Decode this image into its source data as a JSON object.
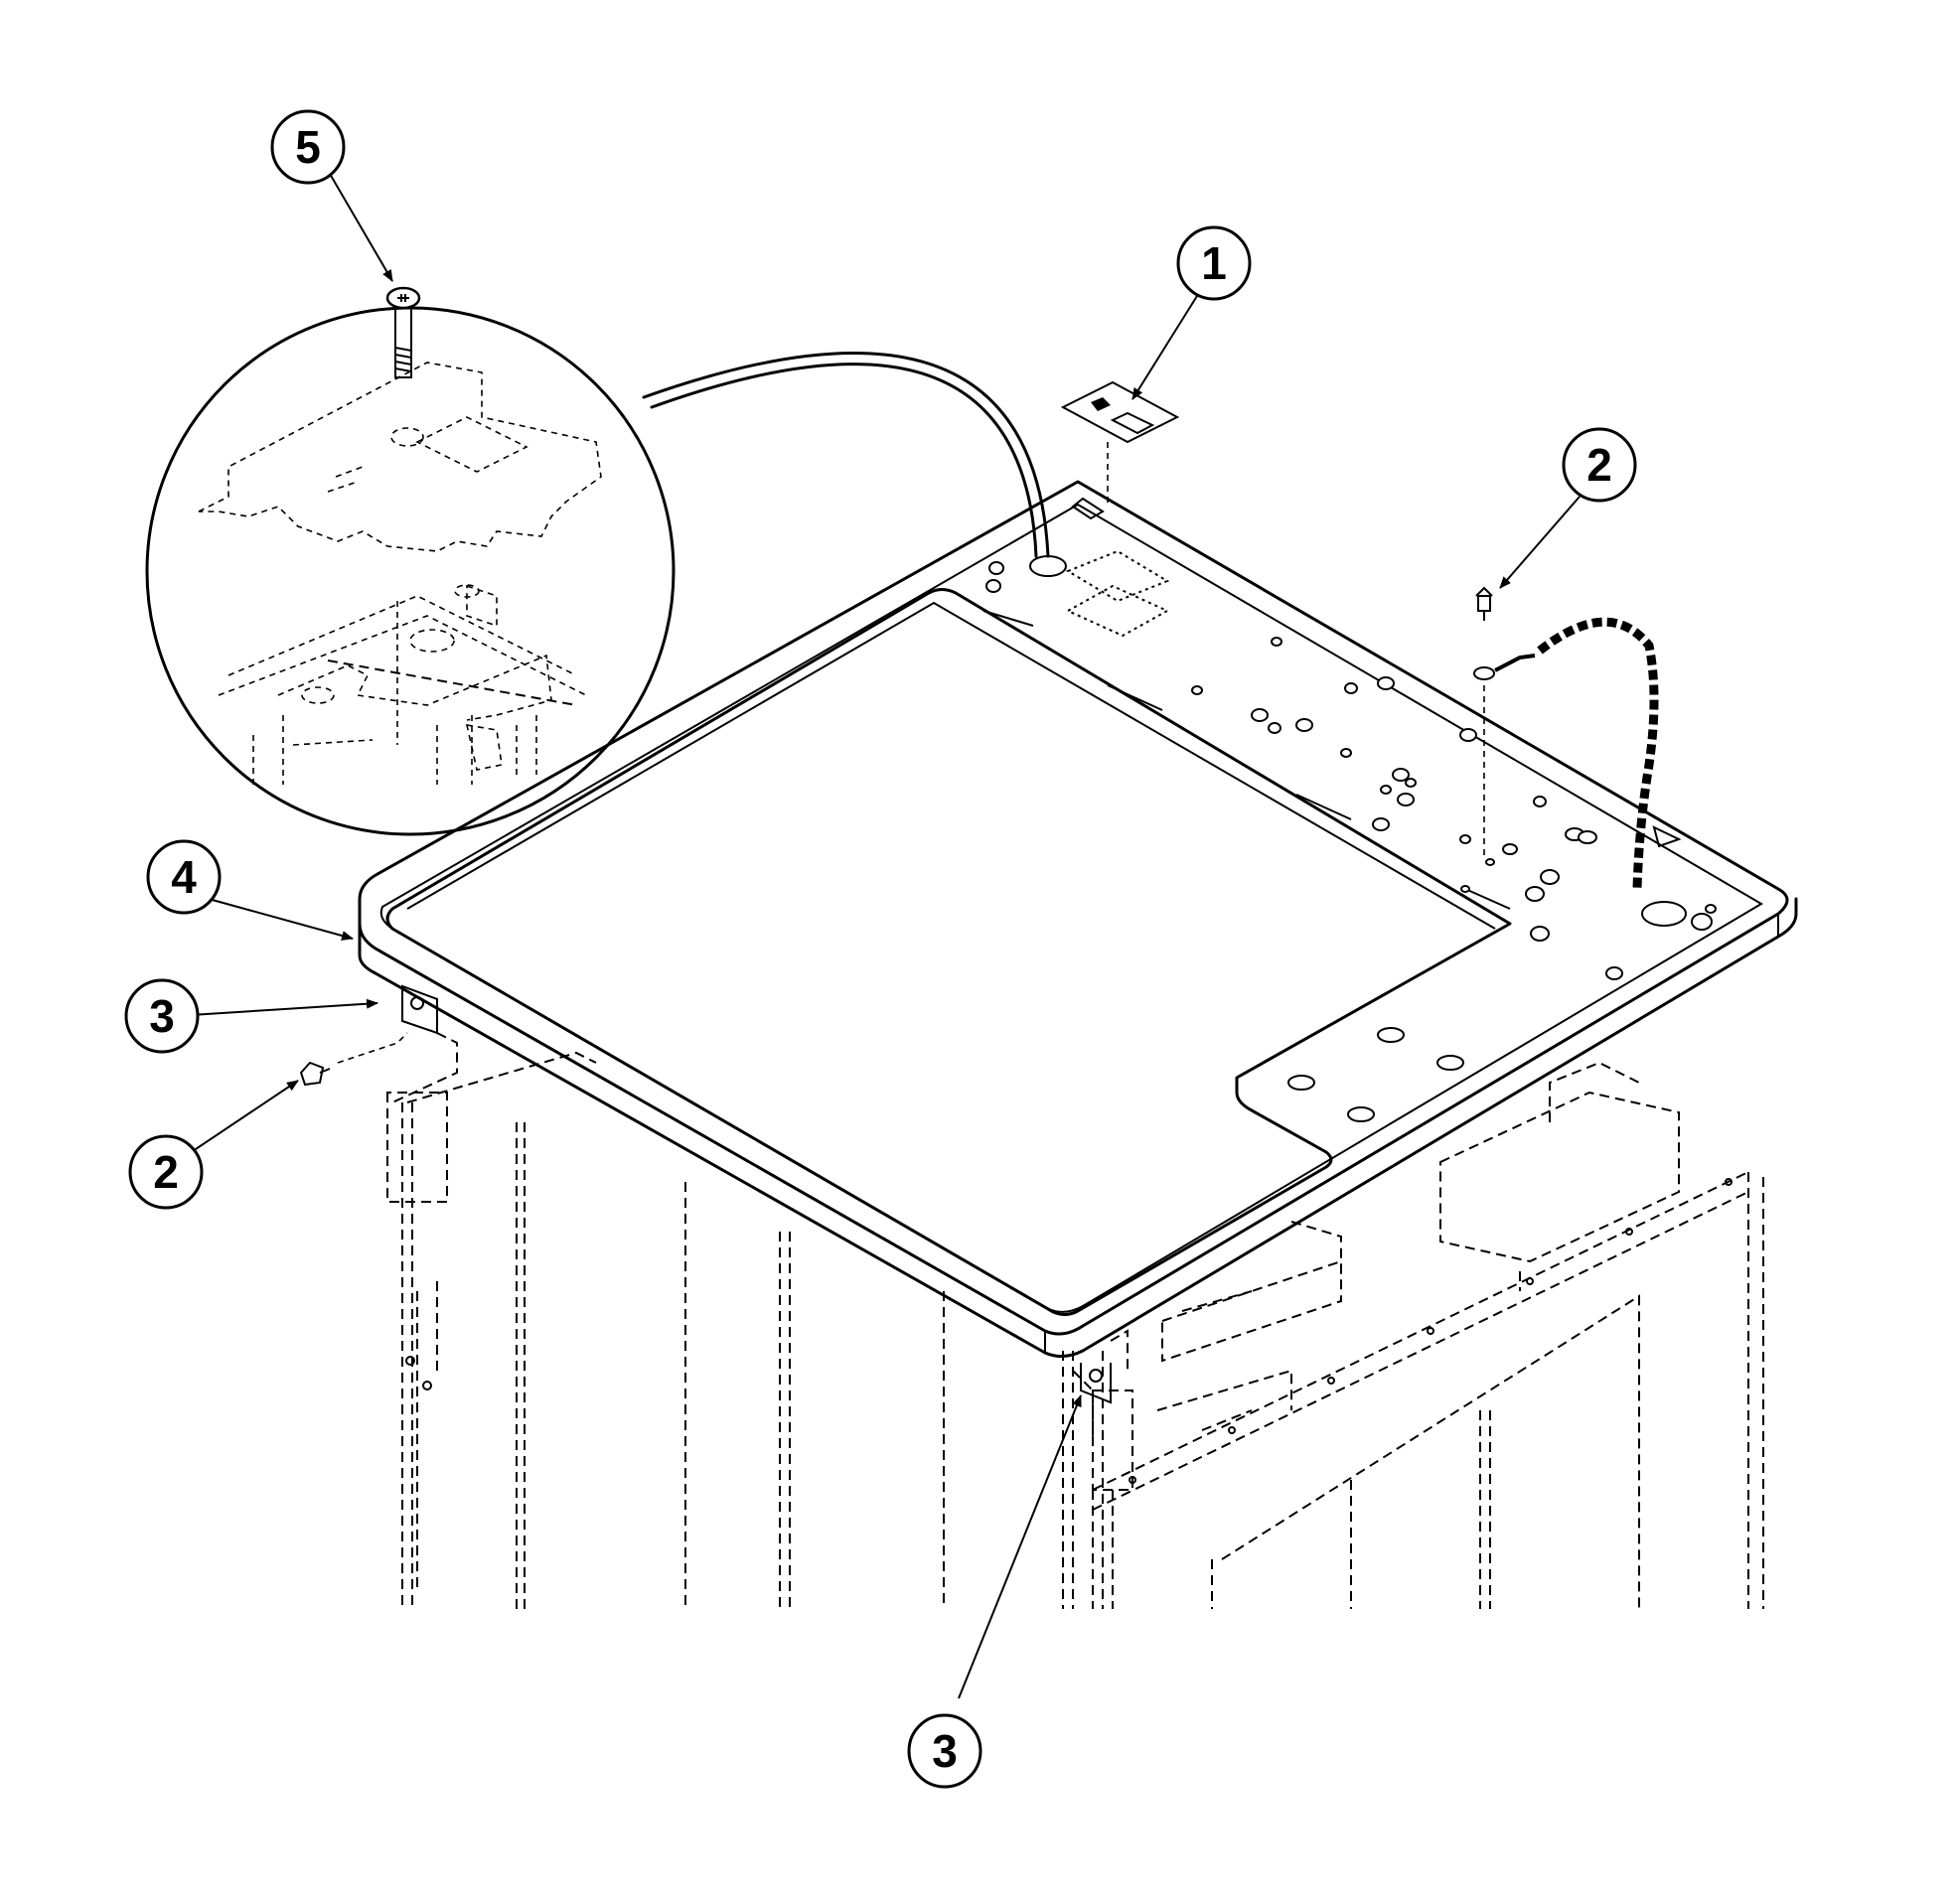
{
  "callouts": [
    {
      "id": "c1",
      "label": "1",
      "part": "label-decal"
    },
    {
      "id": "c2a",
      "label": "2",
      "part": "screw-top-right"
    },
    {
      "id": "c2b",
      "label": "2",
      "part": "screw-left"
    },
    {
      "id": "c3a",
      "label": "3",
      "part": "bracket-left"
    },
    {
      "id": "c3b",
      "label": "3",
      "part": "bracket-front"
    },
    {
      "id": "c4",
      "label": "4",
      "part": "top-panel"
    },
    {
      "id": "c5",
      "label": "5",
      "part": "bolt-detail"
    }
  ]
}
